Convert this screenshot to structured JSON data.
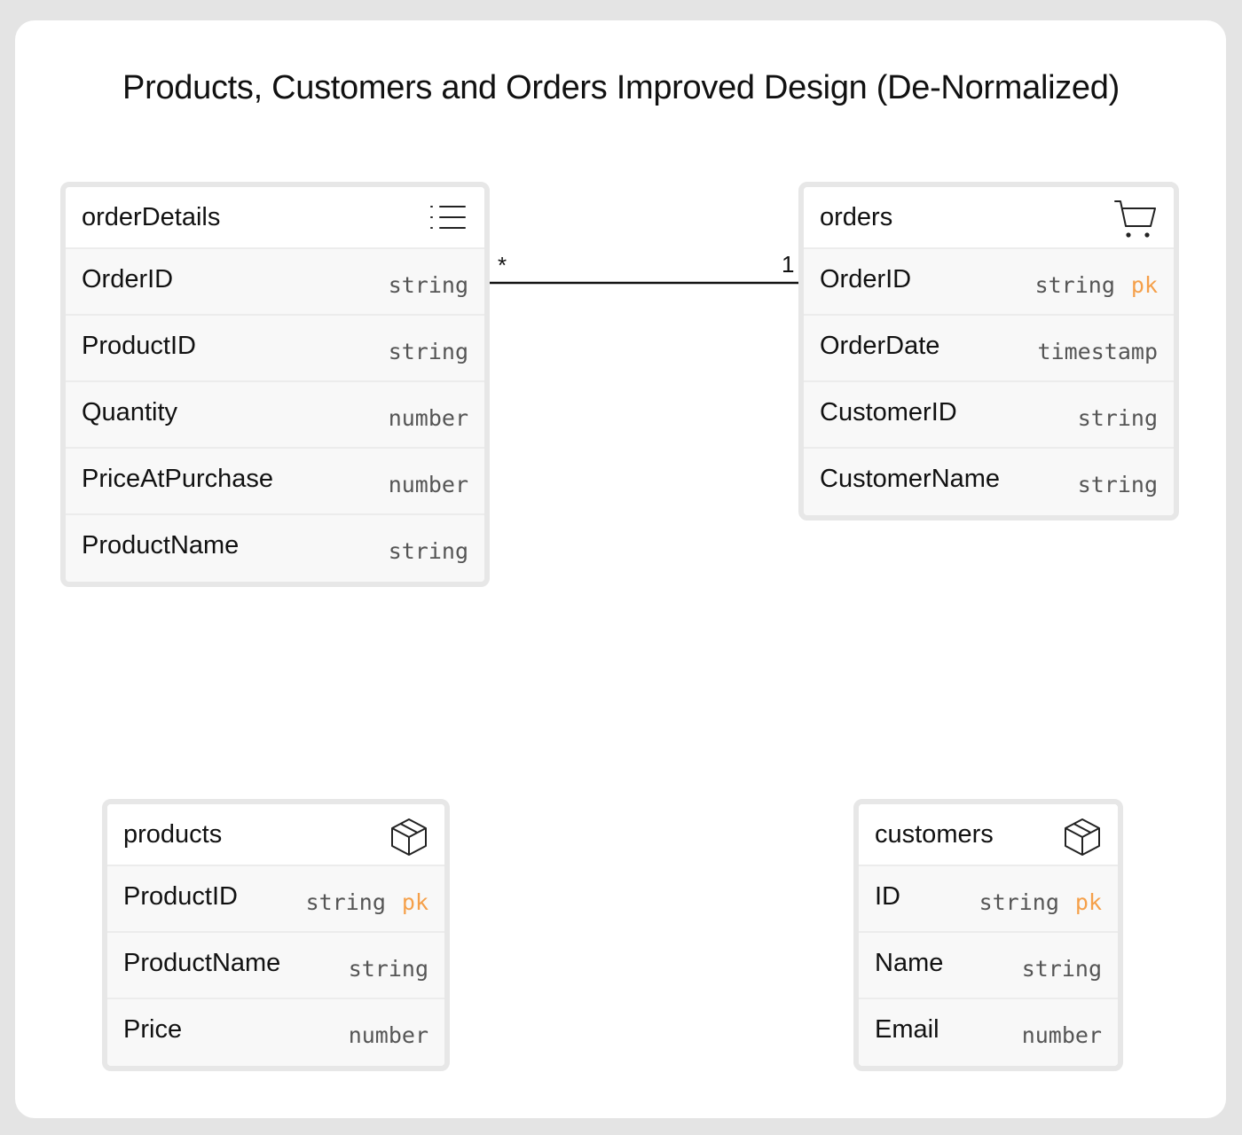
{
  "title": "Products, Customers and Orders Improved Design (De-Normalized)",
  "entities": {
    "orderDetails": {
      "name": "orderDetails",
      "icon": "list-icon",
      "fields": [
        {
          "name": "OrderID",
          "type": "string",
          "key": ""
        },
        {
          "name": "ProductID",
          "type": "string",
          "key": ""
        },
        {
          "name": "Quantity",
          "type": "number",
          "key": ""
        },
        {
          "name": "PriceAtPurchase",
          "type": "number",
          "key": ""
        },
        {
          "name": "ProductName",
          "type": "string",
          "key": ""
        }
      ]
    },
    "orders": {
      "name": "orders",
      "icon": "shopping-cart-icon",
      "fields": [
        {
          "name": "OrderID",
          "type": "string",
          "key": "pk"
        },
        {
          "name": "OrderDate",
          "type": "timestamp",
          "key": ""
        },
        {
          "name": "CustomerID",
          "type": "string",
          "key": ""
        },
        {
          "name": "CustomerName",
          "type": "string",
          "key": ""
        }
      ]
    },
    "products": {
      "name": "products",
      "icon": "box-icon",
      "fields": [
        {
          "name": "ProductID",
          "type": "string",
          "key": "pk"
        },
        {
          "name": "ProductName",
          "type": "string",
          "key": ""
        },
        {
          "name": "Price",
          "type": "number",
          "key": ""
        }
      ]
    },
    "customers": {
      "name": "customers",
      "icon": "box-icon",
      "fields": [
        {
          "name": "ID",
          "type": "string",
          "key": "pk"
        },
        {
          "name": "Name",
          "type": "string",
          "key": ""
        },
        {
          "name": "Email",
          "type": "number",
          "key": ""
        }
      ]
    }
  },
  "relationships": [
    {
      "from": "orderDetails.OrderID",
      "to": "orders.OrderID",
      "from_cardinality": "*",
      "to_cardinality": "1"
    }
  ]
}
